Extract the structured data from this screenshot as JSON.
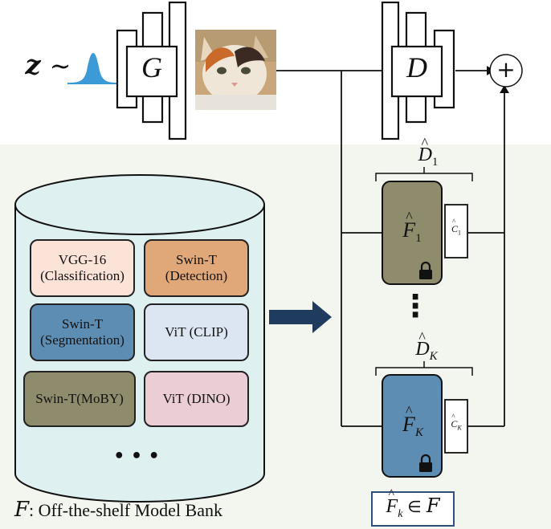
{
  "noise": {
    "z": "z",
    "tilde": "∼"
  },
  "generator": {
    "label": "G"
  },
  "discriminator": {
    "label": "D"
  },
  "sum_symbol": "+",
  "ensemble": {
    "top": {
      "D": "D",
      "sub": "1",
      "F": "F",
      "F_sub": "1",
      "C": "C",
      "C_sub": "1"
    },
    "bottom": {
      "D": "D",
      "sub": "K",
      "F": "F",
      "F_sub": "K",
      "C": "C",
      "C_sub": "K"
    },
    "ellipsis": "⋮"
  },
  "model_bank": {
    "caption_symbol": "F",
    "caption_text": ": Off-the-shelf Model Bank",
    "models": [
      {
        "line1": "VGG-16",
        "line2": "(Classification)",
        "color": "#fbe3d8"
      },
      {
        "line1": "Swin-T",
        "line2": "(Detection)",
        "color": "#e0a778"
      },
      {
        "line1": "Swin-T",
        "line2": "(Segmentation)",
        "color": "#5e8db3"
      },
      {
        "line1": "ViT (CLIP)",
        "line2": "",
        "color": "#dce6f2"
      },
      {
        "line1": "Swin-T(MoBY)",
        "line2": "",
        "color": "#8f8c6e"
      },
      {
        "line1": "ViT (DINO)",
        "line2": "",
        "color": "#ebcdd6"
      }
    ],
    "more": "• • •"
  },
  "membership": {
    "F": "F",
    "sub": "k",
    "in": "∈",
    "set": "F"
  },
  "colors": {
    "panel_bg": "#f3f5ef",
    "cylinder_fill": "#dff0f0",
    "arrow": "#1f3b5e",
    "feature_top": "#8f8c6e",
    "feature_bottom": "#5e8db3",
    "noise_curve": "#3c9ad7",
    "membership_border": "#2f4f7f"
  }
}
